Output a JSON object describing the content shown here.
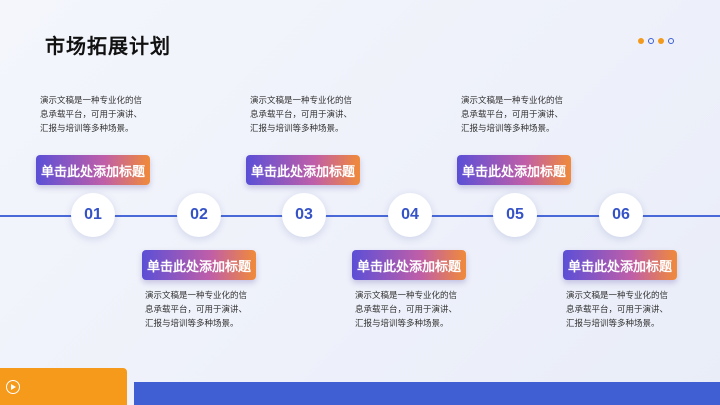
{
  "page": {
    "title": "市场拓展计划",
    "accent_orange": "#f29a1c",
    "accent_blue": "#3f5fd3"
  },
  "items": [
    {
      "num": "01",
      "title": "单击此处添加标题",
      "desc": [
        "演示文稿是一种专业化的信",
        "息承载平台，可用于演讲、",
        "汇报与培训等多种场景。"
      ]
    },
    {
      "num": "02",
      "title": "单击此处添加标题",
      "desc": [
        "演示文稿是一种专业化的信",
        "息承载平台，可用于演讲、",
        "汇报与培训等多种场景。"
      ]
    },
    {
      "num": "03",
      "title": "单击此处添加标题",
      "desc": [
        "演示文稿是一种专业化的信",
        "息承载平台，可用于演讲、",
        "汇报与培训等多种场景。"
      ]
    },
    {
      "num": "04",
      "title": "单击此处添加标题",
      "desc": [
        "演示文稿是一种专业化的信",
        "息承载平台，可用于演讲、",
        "汇报与培训等多种场景。"
      ]
    },
    {
      "num": "05",
      "title": "单击此处添加标题",
      "desc": [
        "演示文稿是一种专业化的信",
        "息承载平台，可用于演讲、",
        "汇报与培训等多种场景。"
      ]
    },
    {
      "num": "06",
      "title": "单击此处添加标题",
      "desc": [
        "演示文稿是一种专业化的信",
        "息承载平台，可用于演讲、",
        "汇报与培训等多种场景。"
      ]
    }
  ],
  "footer": {
    "play_icon": "play-circle-icon"
  }
}
